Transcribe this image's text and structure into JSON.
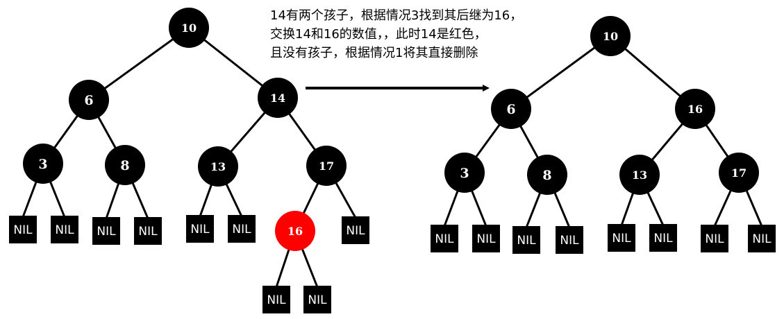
{
  "caption": {
    "line1": "14有两个孩子，根据情况3找到其后继为16，",
    "line2": "交换14和16的数值，，此时14是红色，",
    "line3": "且没有孩子，根据情况1将其直接删除"
  },
  "nil_label": "NIL",
  "colors": {
    "black_node": "#000000",
    "red_node": "#ff0000",
    "edge": "#000000",
    "background": "#ffffff"
  },
  "before_tree": {
    "nodes": [
      {
        "id": "n10",
        "label": "10",
        "color": "black"
      },
      {
        "id": "n6",
        "label": "6",
        "color": "black"
      },
      {
        "id": "n14",
        "label": "14",
        "color": "black"
      },
      {
        "id": "n3",
        "label": "3",
        "color": "black"
      },
      {
        "id": "n8",
        "label": "8",
        "color": "black"
      },
      {
        "id": "n13",
        "label": "13",
        "color": "black"
      },
      {
        "id": "n17",
        "label": "17",
        "color": "black"
      },
      {
        "id": "n16",
        "label": "16",
        "color": "red"
      }
    ]
  },
  "after_tree": {
    "nodes": [
      {
        "id": "m10",
        "label": "10",
        "color": "black"
      },
      {
        "id": "m6",
        "label": "6",
        "color": "black"
      },
      {
        "id": "m16",
        "label": "16",
        "color": "black"
      },
      {
        "id": "m3",
        "label": "3",
        "color": "black"
      },
      {
        "id": "m8",
        "label": "8",
        "color": "black"
      },
      {
        "id": "m13",
        "label": "13",
        "color": "black"
      },
      {
        "id": "m17",
        "label": "17",
        "color": "black"
      }
    ]
  }
}
